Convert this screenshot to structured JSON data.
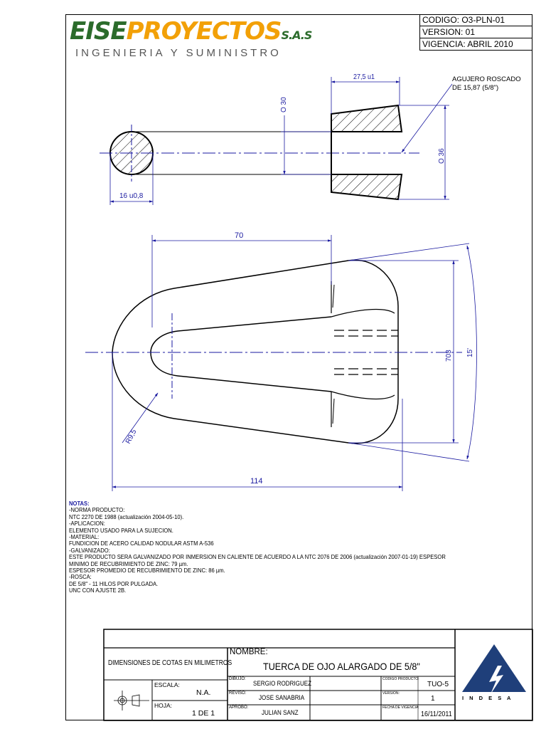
{
  "header": {
    "codigo": "CODIGO: O3-PLN-01",
    "version": "VERSION: 01",
    "vigencia": "VIGENCIA: ABRIL 2010"
  },
  "logo": {
    "brand_left": "EISE",
    "brand_right": "PROYECTOS",
    "suffix": "S.A.S",
    "tagline": "INGENIERIA Y SUMINISTRO"
  },
  "drawing": {
    "dim_27": "27,5 u1",
    "dim_o30": "O 30",
    "dim_o36": "O 36",
    "dim_16": "16 u0,8",
    "agujero_1": "AGUJERO ROSCADO",
    "agujero_2": "DE 15,87 (5/8\")",
    "dim_70": "70",
    "dim_703": "703",
    "dim_15": "15'",
    "dim_r95": "R9,5",
    "dim_114": "114"
  },
  "notes": {
    "title": "NOTAS:",
    "lines": [
      "-NORMA PRODUCTO:",
      "NTC 2270 DE 1988 (actualización 2004-05-10).",
      "-APLICACION:",
      "ELEMENTO USADO PARA LA SUJECION.",
      "-MATERIAL:",
      "FUNDICION DE ACERO CALIDAD NODULAR ASTM A-536",
      "-GALVANIZADO:",
      "ESTE PRODUCTO SERA GALVANIZADO POR INMERSION EN CALIENTE DE ACUERDO A LA NTC 2076 DE 2006 (actualización 2007-01-19) ESPESOR",
      "MINIMO DE RECUBRIMIENTO DE ZINC: 79 µm.",
      "ESPESOR PROMEDIO DE RECUBRIMIENTO DE ZINC: 86 µm.",
      "-ROSCA:",
      "DE 5/8\" - 11 HILOS POR PULGADA.",
      "UNC CON AJUSTE 2B."
    ]
  },
  "title_block": {
    "dimensiones": "DIMENSIONES DE COTAS EN MILIMETROS",
    "escala_label": "ESCALA:",
    "escala_value": "N.A.",
    "hoja_label": "HOJA:",
    "hoja_value": "1 DE 1",
    "nombre_label": "NOMBRE:",
    "nombre_value": "TUERCA DE OJO ALARGADO DE 5/8\"",
    "dibujo_label": "DIBUJO:",
    "dibujo_value": "SERGIO RODRIGUEZ",
    "reviso_label": "REVISO:",
    "reviso_value": "JOSE SANABRIA",
    "aprobo_label": "APROBO:",
    "aprobo_value": "JULIAN SANZ",
    "codigo_label": "CODIGO PRODUCTO:",
    "codigo_value": "TUO-5",
    "version_label": "VERSION:",
    "version_value": "1",
    "fecha_label": "FECHA DE VIGENCIA:",
    "fecha_value": "16/11/2011",
    "company": "I N D E S A"
  }
}
